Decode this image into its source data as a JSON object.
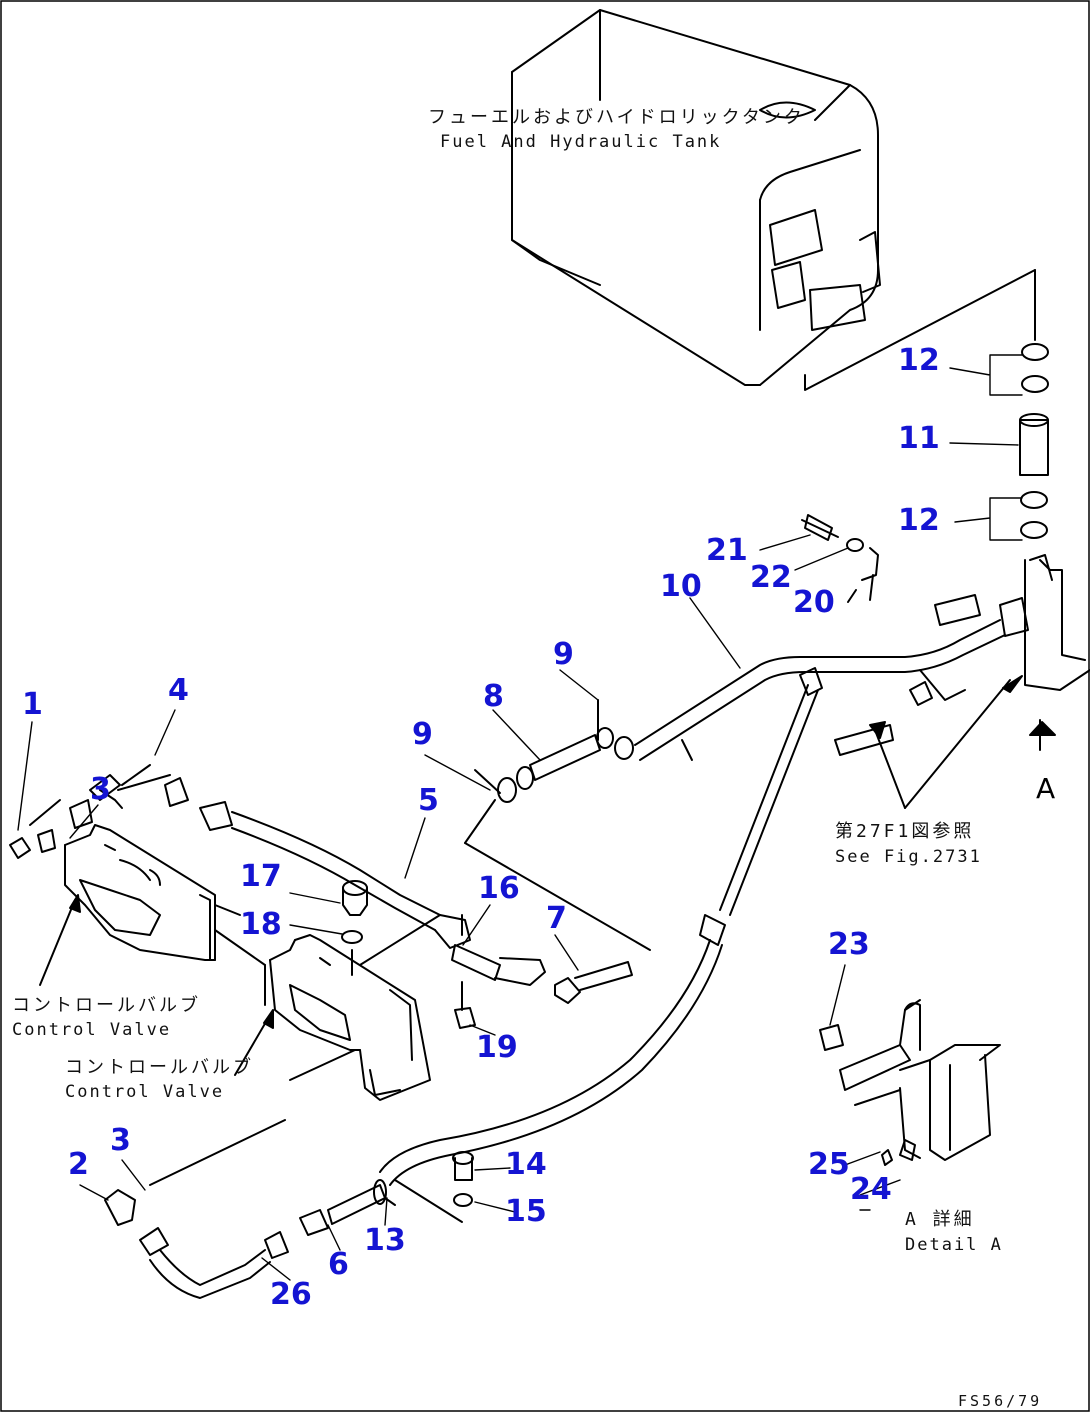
{
  "labels": {
    "tank_jp": "フューエルおよびハイドロリックタンク",
    "tank_en": "Fuel And Hydraulic Tank",
    "cv_upper_jp": "コントロールバルブ",
    "cv_upper_en": "Control Valve",
    "cv_lower_jp": "コントロールバルブ",
    "cv_lower_en": "Control Valve",
    "see_fig_jp": "第27F1図参照",
    "see_fig_en": "See Fig.2731",
    "detail_jp": "A 詳細",
    "detail_en": "Detail A",
    "view_letter": "A",
    "page_code": "FS56/79"
  },
  "callouts": {
    "c1": "1",
    "c2": "2",
    "c3a": "3",
    "c3b": "3",
    "c4": "4",
    "c5": "5",
    "c6": "6",
    "c7": "7",
    "c8": "8",
    "c9a": "9",
    "c9b": "9",
    "c10": "10",
    "c11": "11",
    "c12a": "12",
    "c12b": "12",
    "c13": "13",
    "c14": "14",
    "c15": "15",
    "c16": "16",
    "c17": "17",
    "c18": "18",
    "c19": "19",
    "c20": "20",
    "c21": "21",
    "c22": "22",
    "c23": "23",
    "c24": "24",
    "c25": "25",
    "c26": "26"
  }
}
